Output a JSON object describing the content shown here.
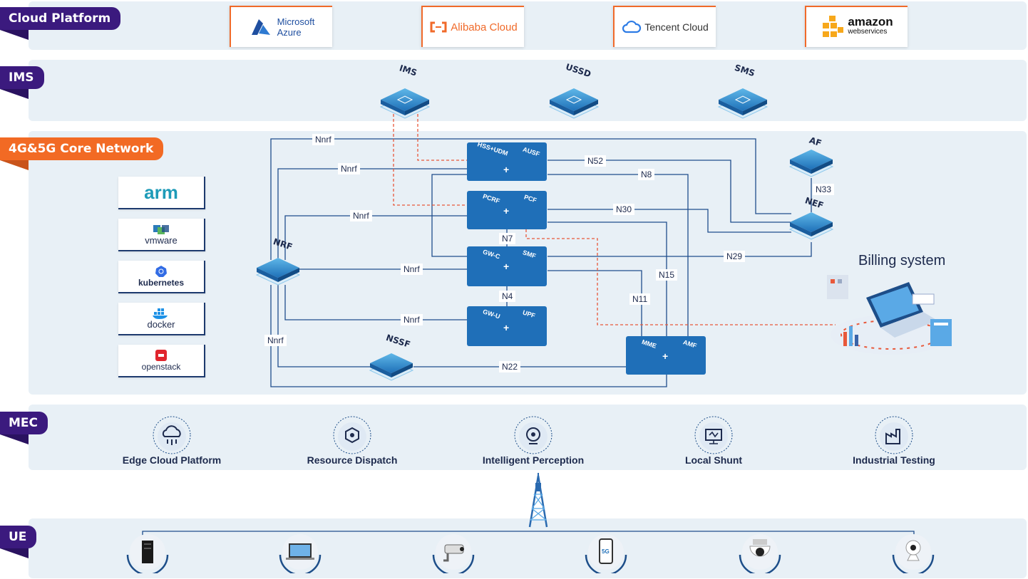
{
  "layers": {
    "cloud": "Cloud Platform",
    "ims": "IMS",
    "core": "4G&5G Core Network",
    "mec": "MEC",
    "ue": "UE"
  },
  "cloud_providers": {
    "azure_line1": "Microsoft",
    "azure_line2": "Azure",
    "alibaba": "Alibaba Cloud",
    "tencent": "Tencent Cloud",
    "amazon_line1": "amazon",
    "amazon_line2": "webservices"
  },
  "ims_nodes": {
    "ims": "IMS",
    "ussd": "USSD",
    "sms": "SMS"
  },
  "virtualization": {
    "arm": "arm",
    "vmware": "vmware",
    "kubernetes": "kubernetes",
    "docker": "docker",
    "openstack": "openstack"
  },
  "core_nodes": {
    "nrf": "NRF",
    "nssf": "NSSF",
    "af": "AF",
    "nef": "NEF",
    "hss_udm": "HSS+UDM",
    "ausf": "AUSF",
    "pcrf": "PCRF",
    "pcf": "PCF",
    "cw_c": "GW-C",
    "smf": "SMF",
    "cw_u": "GW-U",
    "upf": "UPF",
    "mme": "MME",
    "amf": "AMF",
    "plus": "+"
  },
  "interfaces": {
    "nnrf": "Nnrf",
    "n52": "N52",
    "n8": "N8",
    "n33": "N33",
    "n30": "N30",
    "n7": "N7",
    "n29": "N29",
    "n15": "N15",
    "n11": "N11",
    "n4": "N4",
    "n22": "N22"
  },
  "billing": "Billing system",
  "mec_items": [
    "Edge Cloud Platform",
    "Resource Dispatch",
    "Intelligent Perception",
    "Local Shunt",
    "Industrial Testing"
  ],
  "ue_items": [
    "server-icon",
    "laptop-icon",
    "camera-icon",
    "phone-5g-icon",
    "dome-camera-icon",
    "home-camera-icon"
  ],
  "ue_phone_label": "5G",
  "colors": {
    "band": "#e8f0f6",
    "purple": "#3b1a7e",
    "orange": "#f26a24",
    "link": "#1f4e8c",
    "dashed": "#e8583a",
    "nf": "#1f6fb8"
  }
}
